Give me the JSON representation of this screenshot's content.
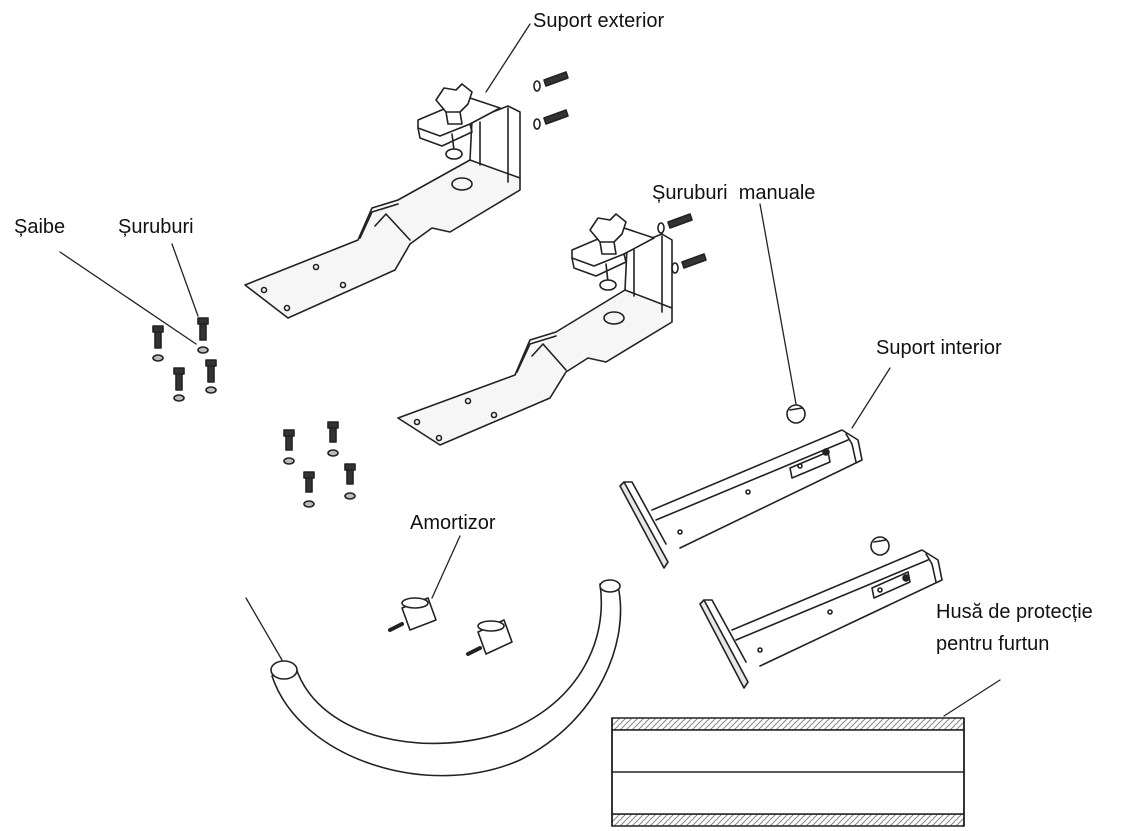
{
  "labels": {
    "suport_exterior": "Suport exterior",
    "suruburi_manuale": "Șuruburi  manuale",
    "saibe": "Șaibe",
    "suruburi": "Șuruburi",
    "suport_interior": "Suport interior",
    "amortizor": "Amortizor",
    "husa_line1": "Husă de protecție",
    "husa_line2": "pentru furtun"
  },
  "colors": {
    "line": "#222222",
    "fill_light": "#f2f2f2",
    "fill_white": "#ffffff",
    "hatch": "#777777"
  }
}
